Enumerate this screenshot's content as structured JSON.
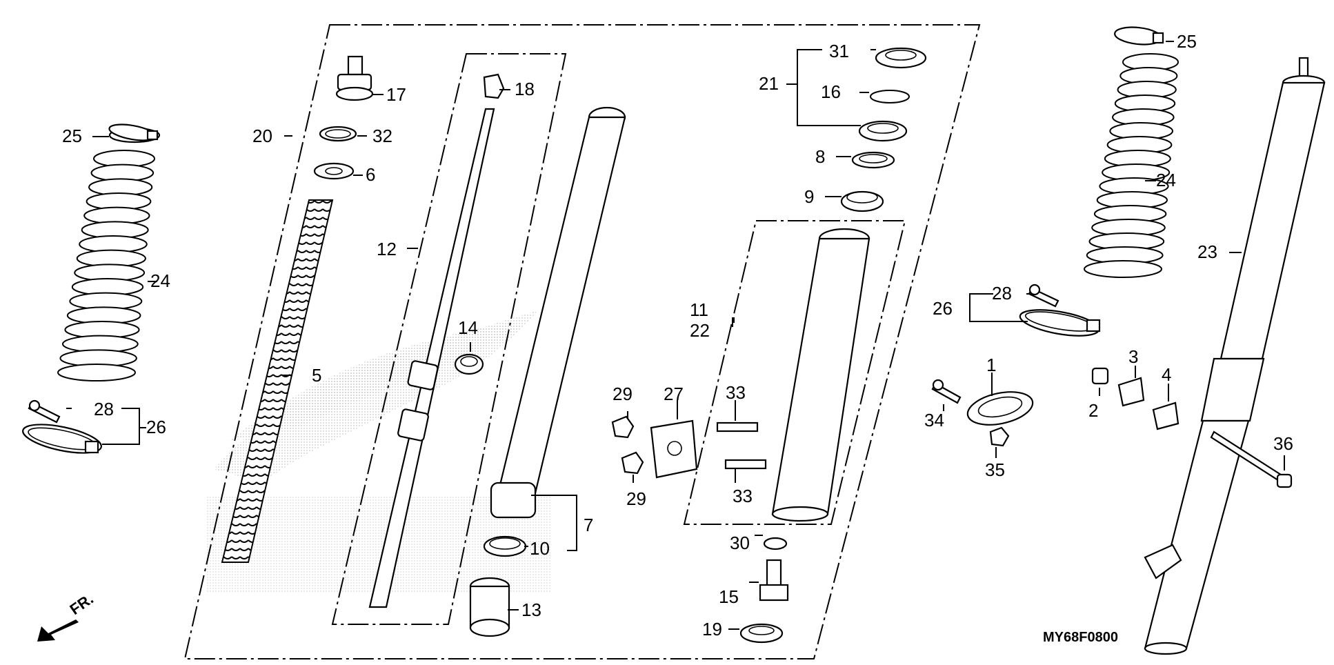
{
  "diagram_code": "MY68F0800",
  "direction_label": "FR.",
  "callouts": [
    {
      "id": "c1",
      "text": "1"
    },
    {
      "id": "c2",
      "text": "2"
    },
    {
      "id": "c3",
      "text": "3"
    },
    {
      "id": "c4",
      "text": "4"
    },
    {
      "id": "c5",
      "text": "5"
    },
    {
      "id": "c6",
      "text": "6"
    },
    {
      "id": "c7",
      "text": "7"
    },
    {
      "id": "c8",
      "text": "8"
    },
    {
      "id": "c9",
      "text": "9"
    },
    {
      "id": "c10",
      "text": "10"
    },
    {
      "id": "c11",
      "text": "11"
    },
    {
      "id": "c12",
      "text": "12"
    },
    {
      "id": "c13",
      "text": "13"
    },
    {
      "id": "c14",
      "text": "14"
    },
    {
      "id": "c15",
      "text": "15"
    },
    {
      "id": "c16",
      "text": "16"
    },
    {
      "id": "c17",
      "text": "17"
    },
    {
      "id": "c18",
      "text": "18"
    },
    {
      "id": "c19",
      "text": "19"
    },
    {
      "id": "c20",
      "text": "20"
    },
    {
      "id": "c21",
      "text": "21"
    },
    {
      "id": "c22",
      "text": "22"
    },
    {
      "id": "c23",
      "text": "23"
    },
    {
      "id": "c24a",
      "text": "24"
    },
    {
      "id": "c24b",
      "text": "24"
    },
    {
      "id": "c25a",
      "text": "25"
    },
    {
      "id": "c25b",
      "text": "25"
    },
    {
      "id": "c26a",
      "text": "26"
    },
    {
      "id": "c26b",
      "text": "26"
    },
    {
      "id": "c27",
      "text": "27"
    },
    {
      "id": "c28a",
      "text": "28"
    },
    {
      "id": "c28b",
      "text": "28"
    },
    {
      "id": "c29a",
      "text": "29"
    },
    {
      "id": "c29b",
      "text": "29"
    },
    {
      "id": "c30",
      "text": "30"
    },
    {
      "id": "c31",
      "text": "31"
    },
    {
      "id": "c32",
      "text": "32"
    },
    {
      "id": "c33a",
      "text": "33"
    },
    {
      "id": "c33b",
      "text": "33"
    },
    {
      "id": "c34",
      "text": "34"
    },
    {
      "id": "c35",
      "text": "35"
    },
    {
      "id": "c36",
      "text": "36"
    }
  ]
}
